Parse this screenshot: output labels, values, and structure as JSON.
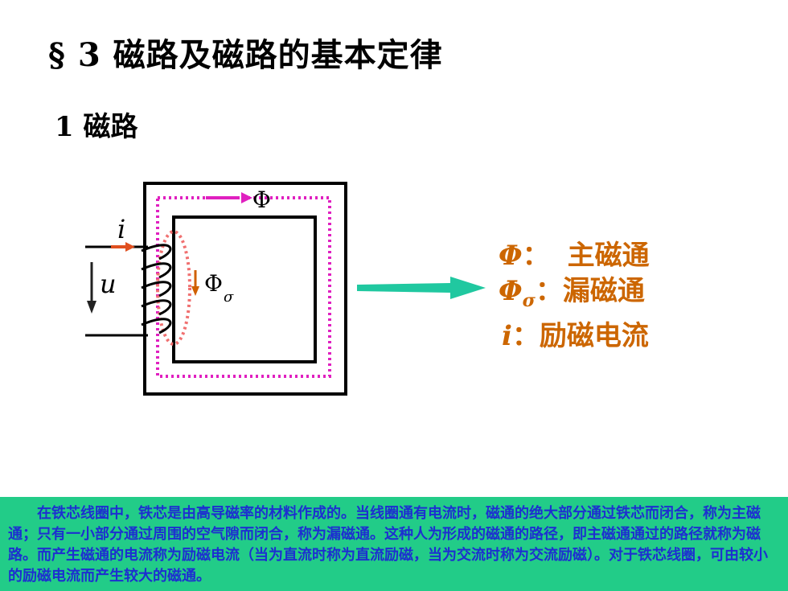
{
  "title": "§ 3  磁路及磁路的基本定律",
  "subtitle": "1  磁路",
  "diagram": {
    "labels": {
      "phi": "Φ",
      "i": "i",
      "u": "u",
      "phi_sigma": "Φ",
      "sigma": "σ"
    },
    "colors": {
      "core": "#000000",
      "main_flux": "#e020c0",
      "leak_flux": "#f07070",
      "current_arrow": "#e05020",
      "u_arrow": "#222222",
      "leak_arrow": "#d06000",
      "big_arrow": "#20c8a0"
    }
  },
  "legend": {
    "row1": {
      "symbol": "Φ",
      "sep": "：",
      "text": "主磁通"
    },
    "row2": {
      "symbol": "Φ",
      "sub": "σ",
      "sep": "：",
      "text": "漏磁通"
    },
    "row3": {
      "symbol": "i",
      "sep": "：",
      "text": "励磁电流"
    },
    "color": "#cc6600"
  },
  "caption": {
    "text": "在铁芯线圈中，铁芯是由高导磁率的材料作成的。当线圈通有电流时，磁通的绝大部分通过铁芯而闭合，称为主磁通；只有一小部分通过周围的空气隙而闭合，称为漏磁通。这种人为形成的磁通的路径，即主磁通通过的路径就称为磁路。而产生磁通的电流称为励磁电流（当为直流时称为直流励磁，当为交流时称为交流励磁）。对于铁芯线圈，可由较小的励磁电流而产生较大的磁通。",
    "bg": "#22cc88",
    "color": "#1d2fd0"
  }
}
